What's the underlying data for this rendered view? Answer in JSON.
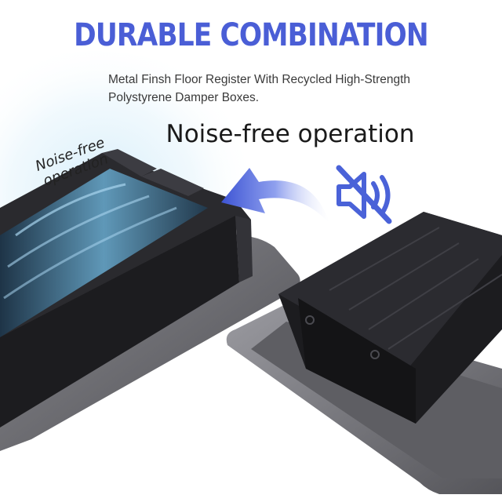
{
  "heading": {
    "title": "DURABLE COMBINATION",
    "subtitle": "Metal Finsh Floor Register With Recycled High-Strength Polystyrene Damper Boxes.",
    "noise_label": "Noise-free operation",
    "side_label": "Noise-free operation"
  },
  "colors": {
    "title": "#4a5ed6",
    "icon": "#4a62d8",
    "airflow": "#7fb5d6",
    "register_body": "#1c1c1f",
    "flange": "#6b6b70"
  },
  "icons": {
    "mute": "speaker-muted-icon",
    "arrow": "curved-arrow-icon"
  }
}
